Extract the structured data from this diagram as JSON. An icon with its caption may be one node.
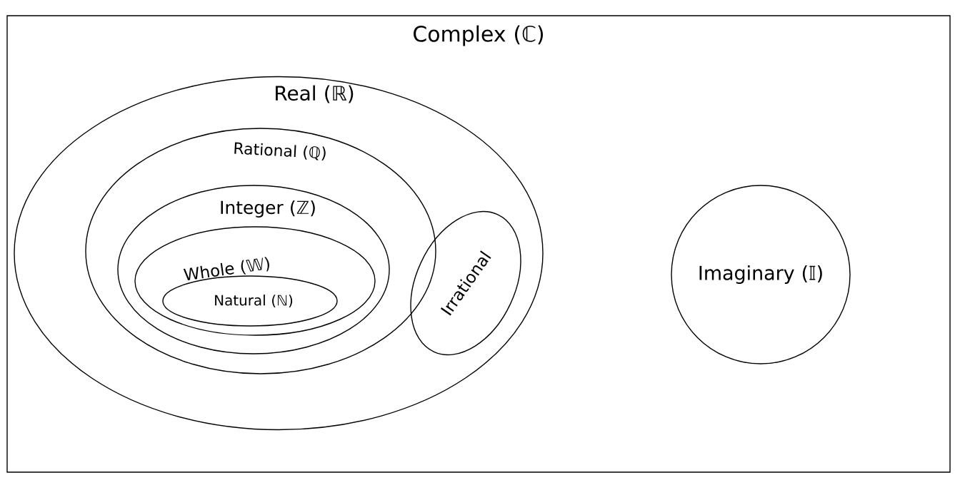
{
  "diagram": {
    "nodes": [
      {
        "text": [
          "Complex (ℂ)"
        ]
      },
      {
        "text": [
          "Real (ℝ)"
        ],
        "in": 0
      },
      {
        "text": [
          "Rational (ℚ)"
        ],
        "in": 1
      },
      {
        "text": [
          "Integer (ℤ)"
        ],
        "in": 2
      },
      {
        "text": [
          "Whole (𝕎)"
        ],
        "in": 3
      },
      {
        "text": [
          "Natural (ℕ)"
        ],
        "in": 4
      },
      {
        "text": [
          "Irrational"
        ],
        "in": 1
      },
      {
        "text": [
          "Imaginary (𝕀)"
        ],
        "in": 0
      }
    ]
  }
}
